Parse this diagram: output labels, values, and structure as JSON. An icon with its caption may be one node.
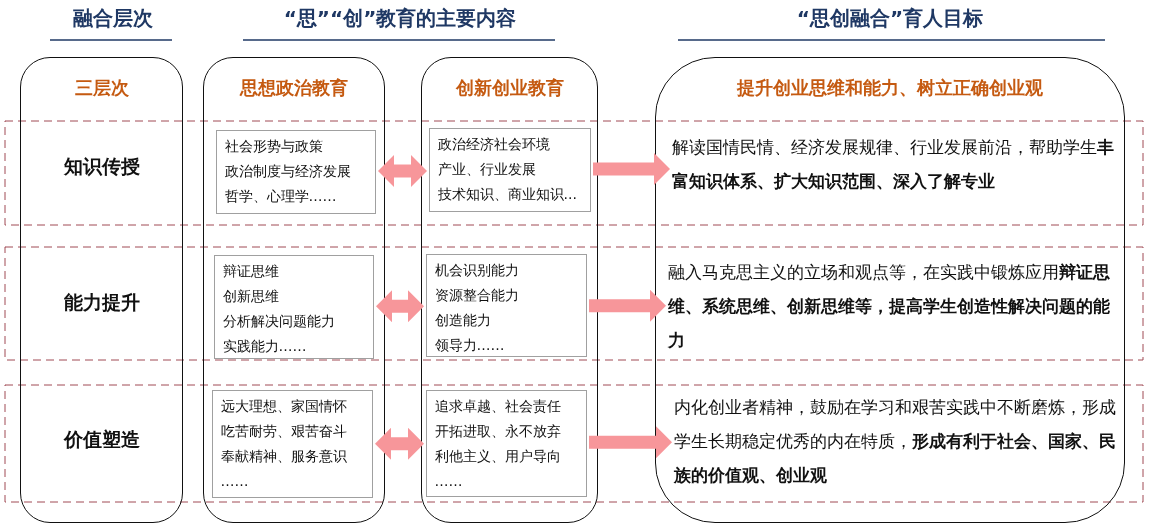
{
  "diagram": {
    "nodes": [
      {
        "text": [
          "三层次",
          "知识传授",
          "能力提升",
          "价值塑造"
        ]
      },
      {
        "text": [
          "思想政治教育"
        ]
      },
      {
        "text": [
          "创新创业教育"
        ]
      },
      {
        "text": [
          "提升创业思维和能力、树立正确创业观"
        ]
      },
      {
        "text": [
          "社会形势与政策",
          "政治制度与经济发展",
          "哲学、心理学……"
        ],
        "in": 1
      },
      {
        "text": [
          "政治经济社会环境",
          "产业、行业发展",
          "技术知识、商业知识..."
        ],
        "in": 2
      },
      {
        "text": [
          "解读国情民情、经济发展规律、行业发展前沿，帮助学生**丰富知识体系、扩大知识范围、深入了解专业**"
        ],
        "in": 3
      },
      {
        "text": [
          "辩证思维",
          "创新思维",
          "分析解决问题能力",
          "实践能力……"
        ],
        "in": 1
      },
      {
        "text": [
          "机会识别能力",
          "资源整合能力",
          "创造能力",
          "领导力……"
        ],
        "in": 2
      },
      {
        "text": [
          "融入马克思主义的立场和观点等，在实践中锻炼应用**辩证思维、系统思维、创新思维等，提高学生创造性解决问题的能力**"
        ],
        "in": 3
      },
      {
        "text": [
          "远大理想、家国情怀",
          "吃苦耐劳、艰苦奋斗",
          "奉献精神、服务意识",
          "……"
        ],
        "in": 1
      },
      {
        "text": [
          "追求卓越、社会责任",
          "开拓进取、永不放弃",
          "利他主义、用户导向",
          "……"
        ],
        "in": 2
      },
      {
        "text": [
          "内化创业者精神，鼓励在学习和艰苦实践中不断磨炼，形成学生长期稳定优秀的内在特质，**形成有利于社会、国家、民族的价值观、创业观**"
        ],
        "in": 3
      }
    ],
    "edges": [
      {
        "from": 4,
        "to": 5,
        "arrow": "both"
      },
      {
        "from": 5,
        "to": 6,
        "arrow": "to"
      },
      {
        "from": 7,
        "to": 8,
        "arrow": "both"
      },
      {
        "from": 8,
        "to": 9,
        "arrow": "to"
      },
      {
        "from": 10,
        "to": 11,
        "arrow": "both"
      },
      {
        "from": 11,
        "to": 12,
        "arrow": "to"
      }
    ],
    "labels": [
      "融合层次",
      "“思”“创”教育的主要内容",
      "“思创融合”育人目标"
    ]
  }
}
